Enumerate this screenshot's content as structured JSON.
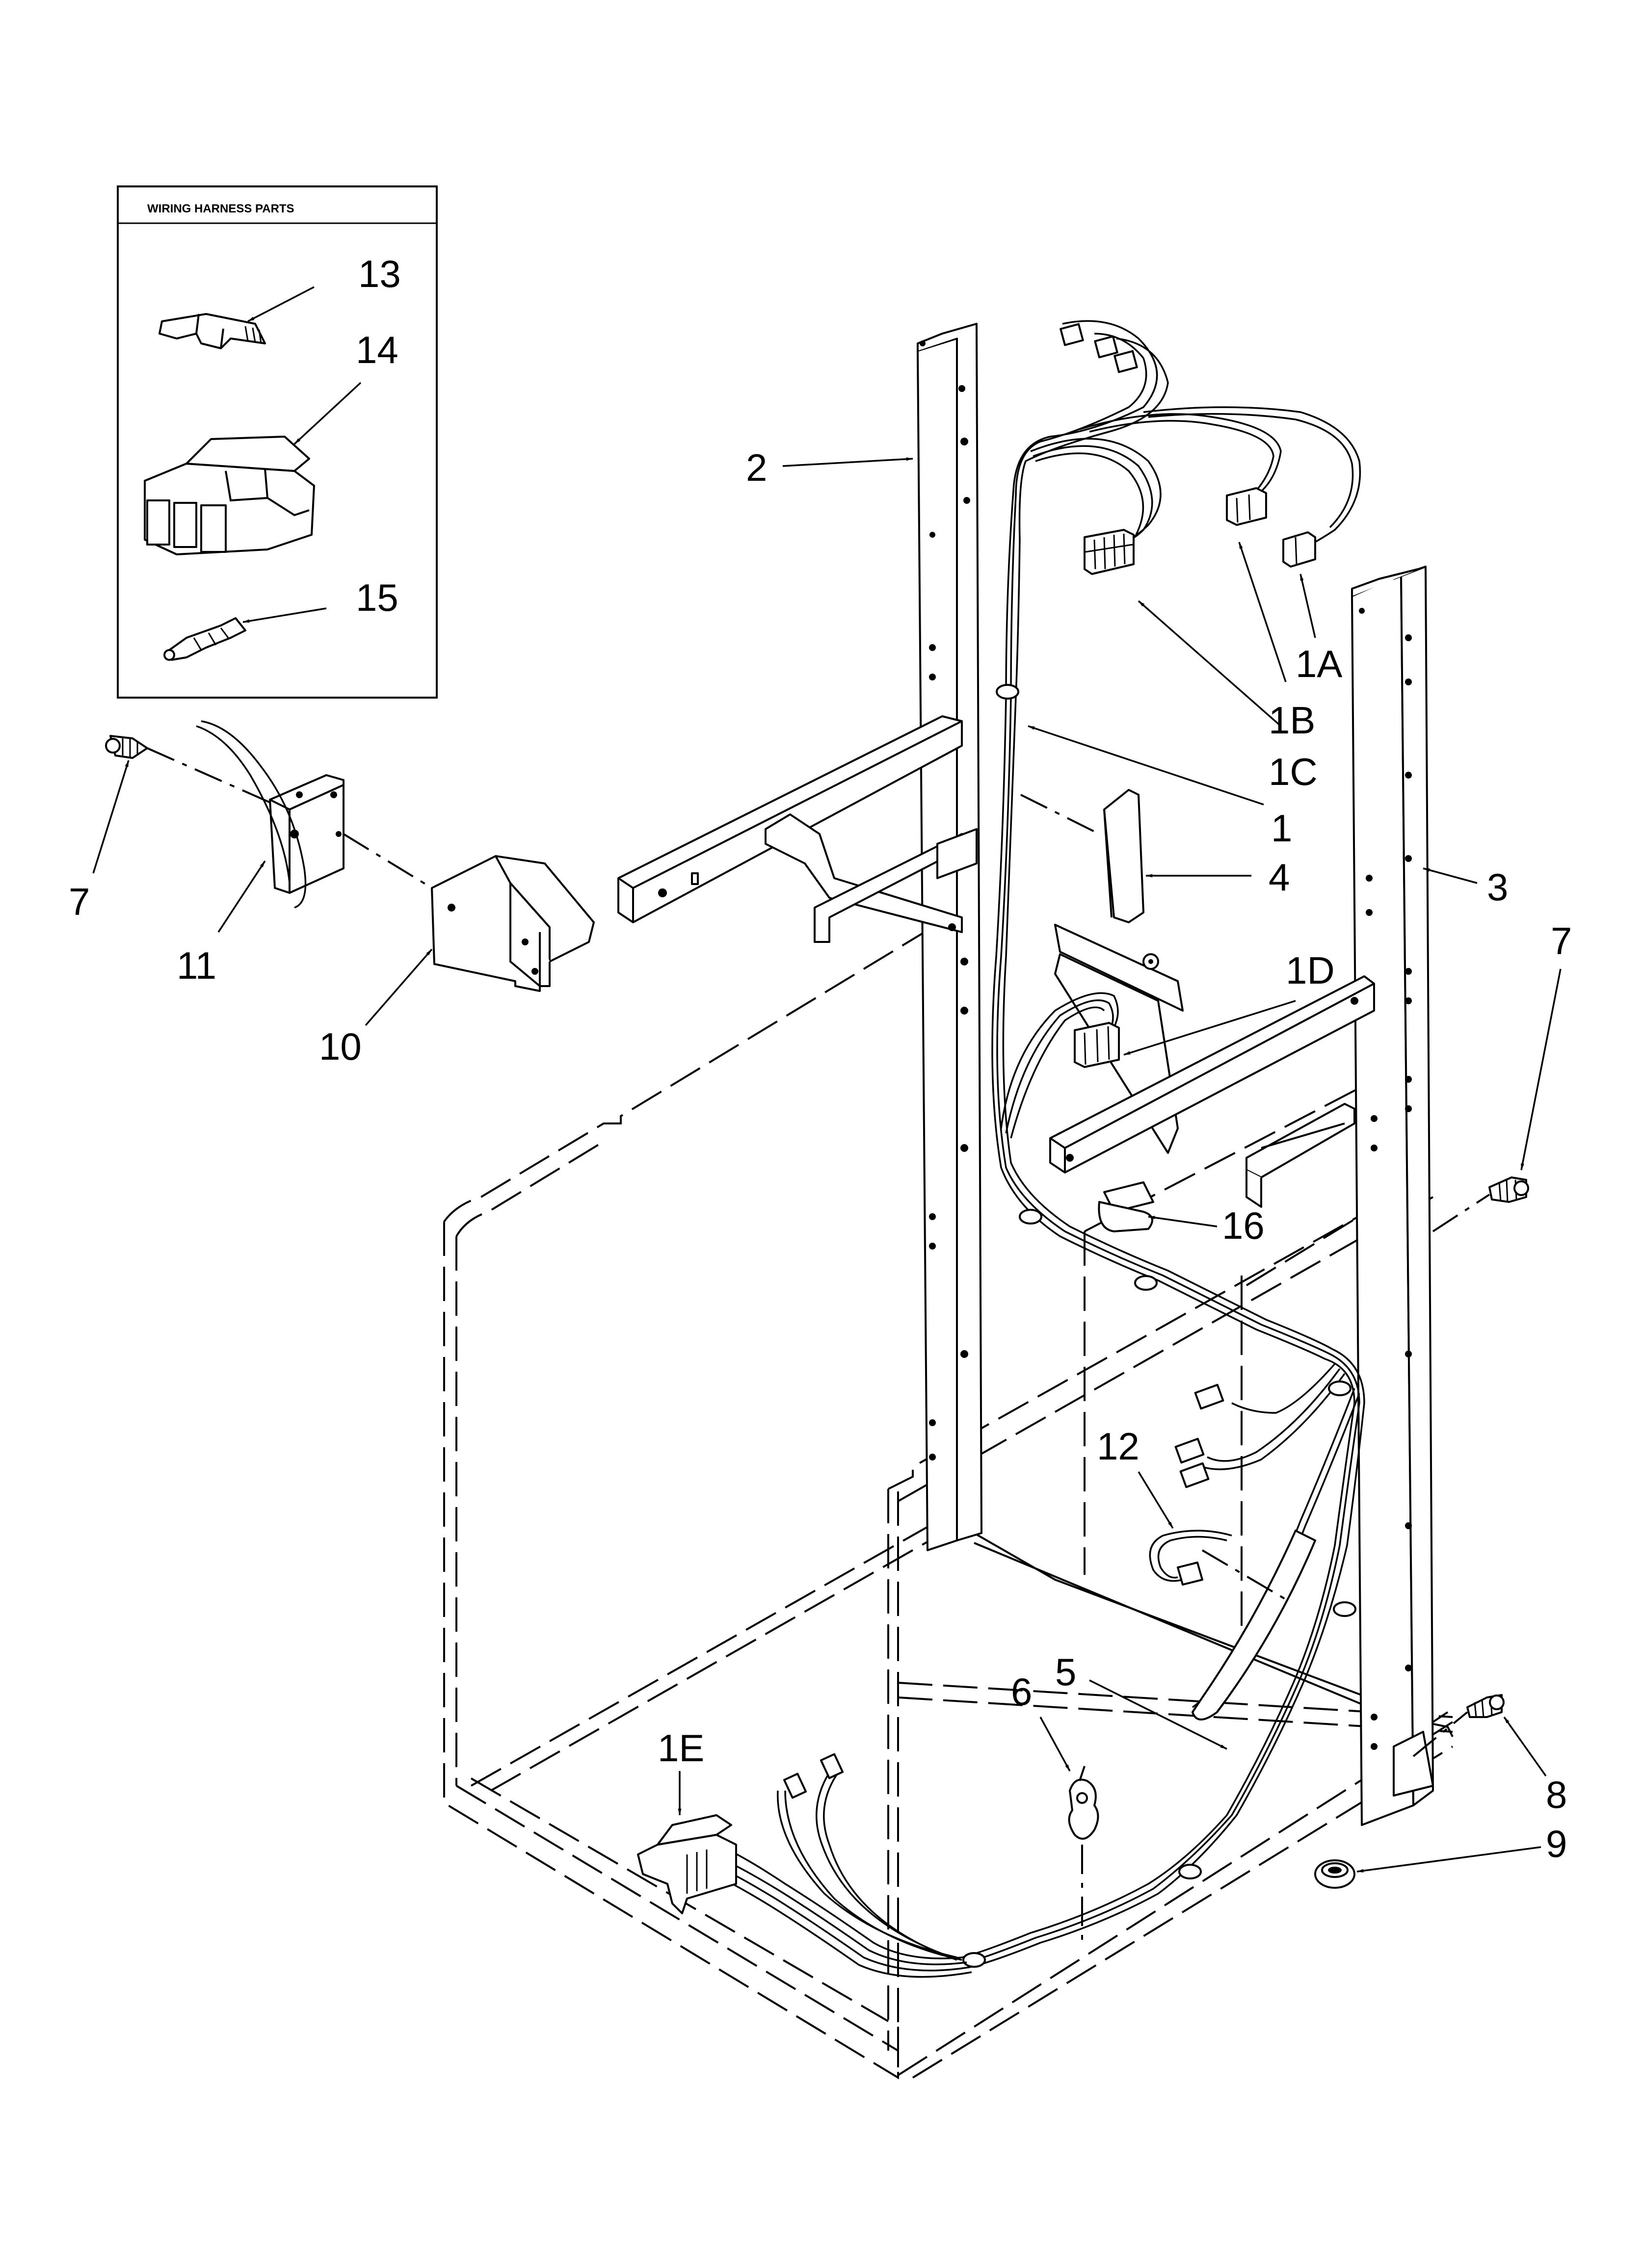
{
  "inset": {
    "title": "WIRING HARNESS PARTS",
    "callouts": [
      "13",
      "14",
      "15"
    ]
  },
  "callouts": {
    "c1": "1",
    "c1A": "1A",
    "c1B": "1B",
    "c1C": "1C",
    "c1D": "1D",
    "c1E": "1E",
    "c2": "2",
    "c3": "3",
    "c4": "4",
    "c5": "5",
    "c6": "6",
    "c7a": "7",
    "c7b": "7",
    "c8": "8",
    "c9": "9",
    "c10": "10",
    "c11": "11",
    "c12": "12",
    "c16": "16"
  }
}
